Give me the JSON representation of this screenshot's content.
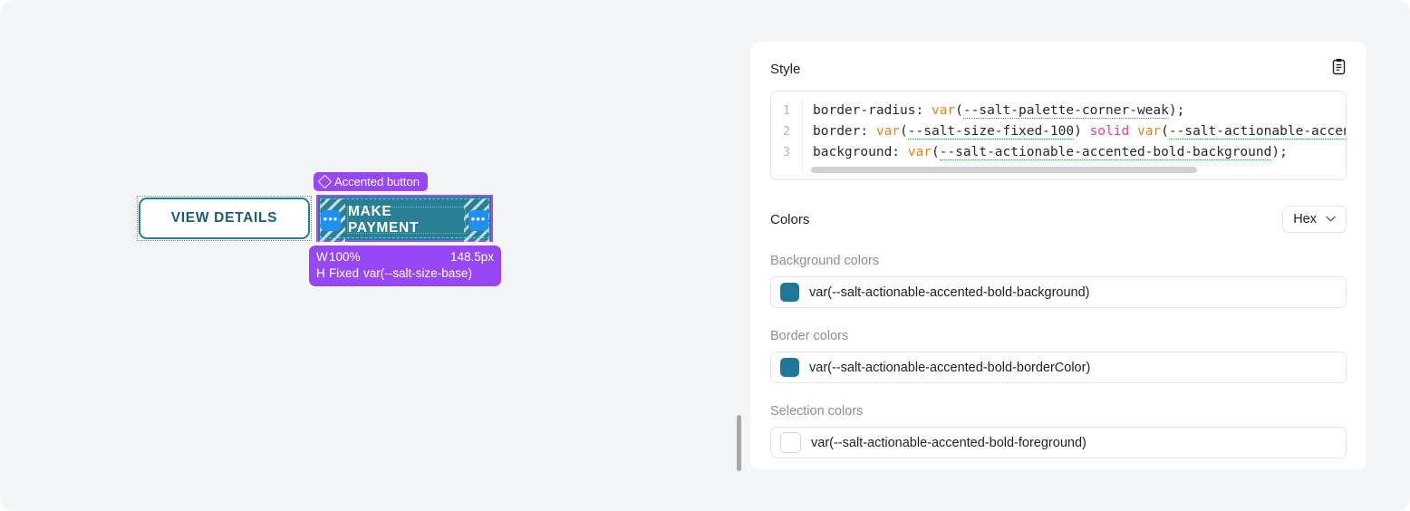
{
  "canvas": {
    "view_details_button": {
      "label": "VIEW DETAILS"
    },
    "make_payment_button": {
      "label": "MAKE PAYMENT",
      "left_handle": "•••",
      "right_handle": "•••"
    },
    "component_badge": {
      "label": "Accented button",
      "icon": "diamond-icon"
    },
    "size_tooltip": {
      "width_key": "W",
      "width_value": "100%",
      "width_computed": "148.5px",
      "height_key": "H",
      "height_mode": "Fixed",
      "height_value": "var(--salt-size-base)"
    }
  },
  "panel": {
    "style_section": {
      "title": "Style",
      "copy_icon": "clipboard-icon",
      "code_lines": [
        {
          "number": "1",
          "tokens": [
            {
              "text": "border-radius: ",
              "type": "plain"
            },
            {
              "text": "var",
              "type": "var"
            },
            {
              "text": "(",
              "type": "plain"
            },
            {
              "text": "--salt-palette-corner-weak",
              "type": "cssvar"
            },
            {
              "text": ");",
              "type": "plain"
            }
          ]
        },
        {
          "number": "2",
          "tokens": [
            {
              "text": "border: ",
              "type": "plain"
            },
            {
              "text": "var",
              "type": "var"
            },
            {
              "text": "(",
              "type": "plain"
            },
            {
              "text": "--salt-size-fixed-100",
              "type": "cssvar"
            },
            {
              "text": ") ",
              "type": "plain"
            },
            {
              "text": "solid",
              "type": "keyword"
            },
            {
              "text": " ",
              "type": "plain"
            },
            {
              "text": "var",
              "type": "var"
            },
            {
              "text": "(",
              "type": "plain"
            },
            {
              "text": "--salt-actionable-accented",
              "type": "cssvar"
            }
          ]
        },
        {
          "number": "3",
          "tokens": [
            {
              "text": "background: ",
              "type": "plain"
            },
            {
              "text": "var",
              "type": "var"
            },
            {
              "text": "(",
              "type": "plain"
            },
            {
              "text": "--salt-actionable-accented-bold-background",
              "type": "cssvar"
            },
            {
              "text": ");",
              "type": "plain"
            }
          ]
        }
      ]
    },
    "colors_section": {
      "title": "Colors",
      "format_select": {
        "value": "Hex",
        "chevron": "⌄"
      },
      "groups": [
        {
          "label": "Background colors",
          "swatch_color": "#1e7898",
          "value": "var(--salt-actionable-accented-bold-background)"
        },
        {
          "label": "Border colors",
          "swatch_color": "#1e7898",
          "value": "var(--salt-actionable-accented-bold-borderColor)"
        },
        {
          "label": "Selection colors",
          "swatch_color": "#ffffff",
          "value": "var(--salt-actionable-accented-bold-foreground)"
        }
      ]
    }
  },
  "theme": {
    "accent_teal": "#2a7f93",
    "selection_purple": "#9747f5",
    "handle_blue": "#1f8ff0",
    "canvas_bg": "#f4f5f7"
  }
}
